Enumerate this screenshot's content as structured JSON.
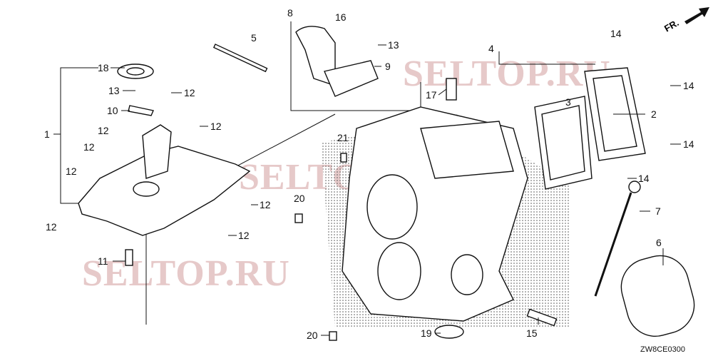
{
  "diagram": {
    "code": "ZW8CE0300",
    "direction_label": "FR.",
    "watermark": "SELTOP.RU",
    "callouts": [
      "18",
      "13",
      "12",
      "10",
      "1",
      "12",
      "12",
      "12",
      "12",
      "12",
      "12",
      "12",
      "11",
      "5",
      "8",
      "16",
      "13",
      "9",
      "4",
      "17",
      "21",
      "20",
      "20",
      "19",
      "15",
      "3",
      "2",
      "14",
      "14",
      "14",
      "14",
      "7",
      "6"
    ]
  },
  "colors": {
    "line": "#111111",
    "watermark": "#c98a8a"
  }
}
